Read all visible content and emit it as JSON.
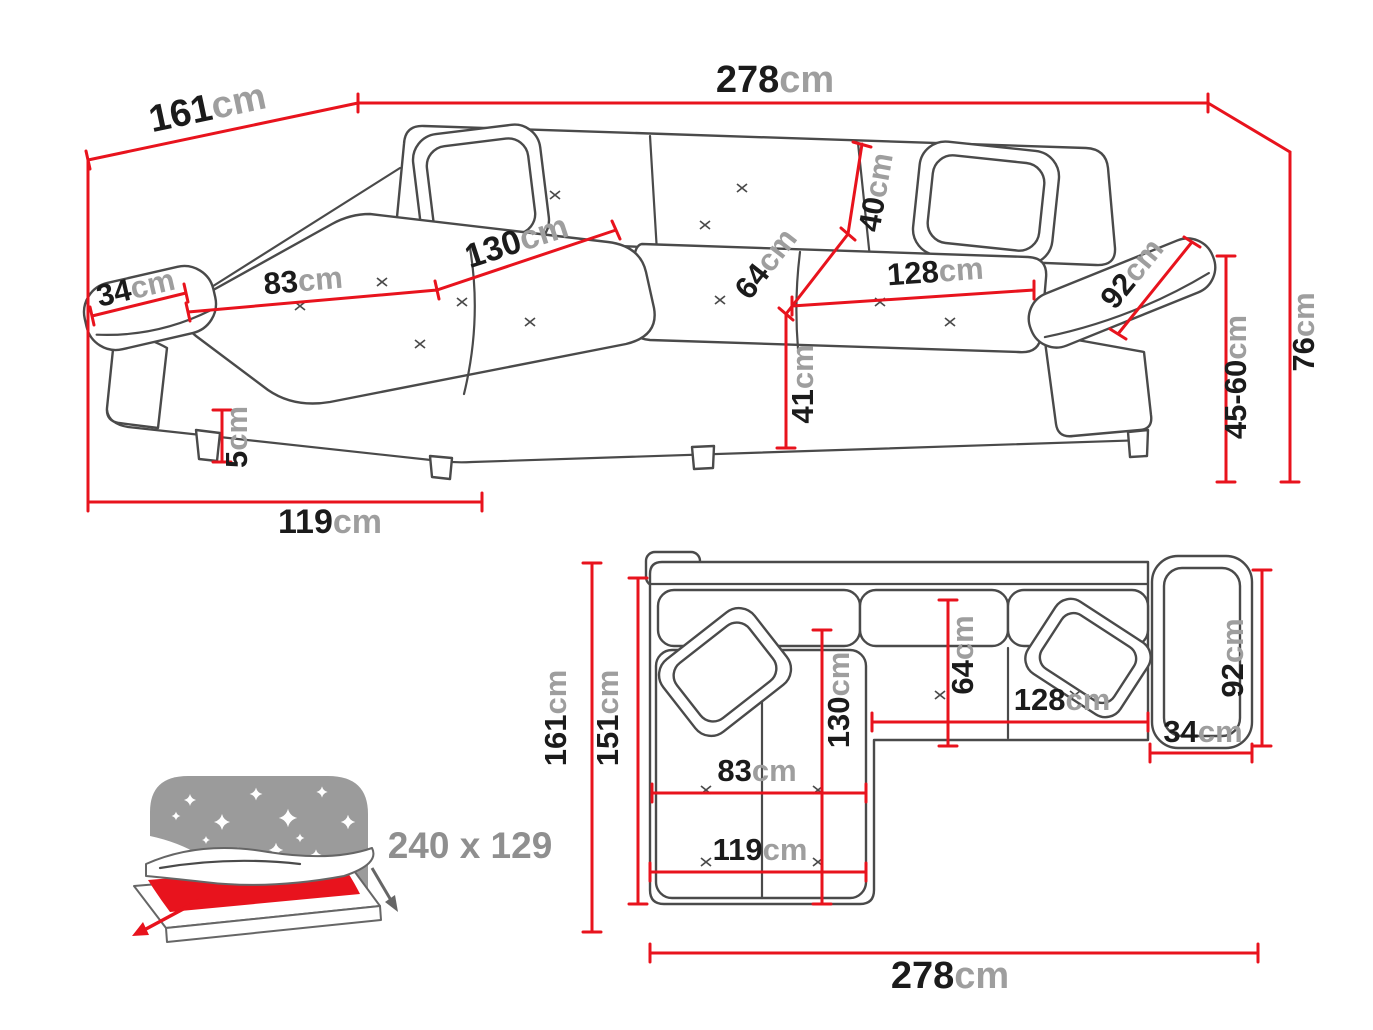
{
  "colors": {
    "dimension_line": "#e8131d",
    "sofa_outline": "#4a4a4a",
    "label_number": "#1b1b1b",
    "label_unit": "#9e9e9e",
    "bed_icon_gray": "#9b9b9b",
    "bed_icon_red": "#e8131d",
    "bed_label_gray": "#8f8f8f"
  },
  "perspective_view": {
    "dims": {
      "total_width": {
        "value": "278",
        "unit": "cm"
      },
      "total_depth": {
        "value": "161",
        "unit": "cm"
      },
      "left_armrest_width": {
        "value": "34",
        "unit": "cm"
      },
      "chaise_seat_width": {
        "value": "83",
        "unit": "cm"
      },
      "chaise_seat_length": {
        "value": "130",
        "unit": "cm"
      },
      "seat_depth": {
        "value": "64",
        "unit": "cm"
      },
      "backrest_cushion_height": {
        "value": "40",
        "unit": "cm"
      },
      "right_seat_width": {
        "value": "128",
        "unit": "cm"
      },
      "right_armrest_depth": {
        "value": "92",
        "unit": "cm"
      },
      "total_height": {
        "value": "76",
        "unit": "cm"
      },
      "armrest_height": {
        "value": "45-60",
        "unit": "cm"
      },
      "seat_height": {
        "value": "41",
        "unit": "cm"
      },
      "leg_height": {
        "value": "5",
        "unit": "cm"
      },
      "chaise_front_width": {
        "value": "119",
        "unit": "cm"
      }
    }
  },
  "top_view": {
    "dims": {
      "total_depth": {
        "value": "161",
        "unit": "cm"
      },
      "inner_depth": {
        "value": "151",
        "unit": "cm"
      },
      "chaise_length": {
        "value": "130",
        "unit": "cm"
      },
      "seat_depth": {
        "value": "64",
        "unit": "cm"
      },
      "right_seat_width": {
        "value": "128",
        "unit": "cm"
      },
      "armrest_width": {
        "value": "34",
        "unit": "cm"
      },
      "armrest_depth": {
        "value": "92",
        "unit": "cm"
      },
      "chaise_seat_width": {
        "value": "83",
        "unit": "cm"
      },
      "chaise_width": {
        "value": "119",
        "unit": "cm"
      },
      "total_width": {
        "value": "278",
        "unit": "cm"
      }
    }
  },
  "sleeping_function": {
    "bed_size": "240 x 129"
  }
}
